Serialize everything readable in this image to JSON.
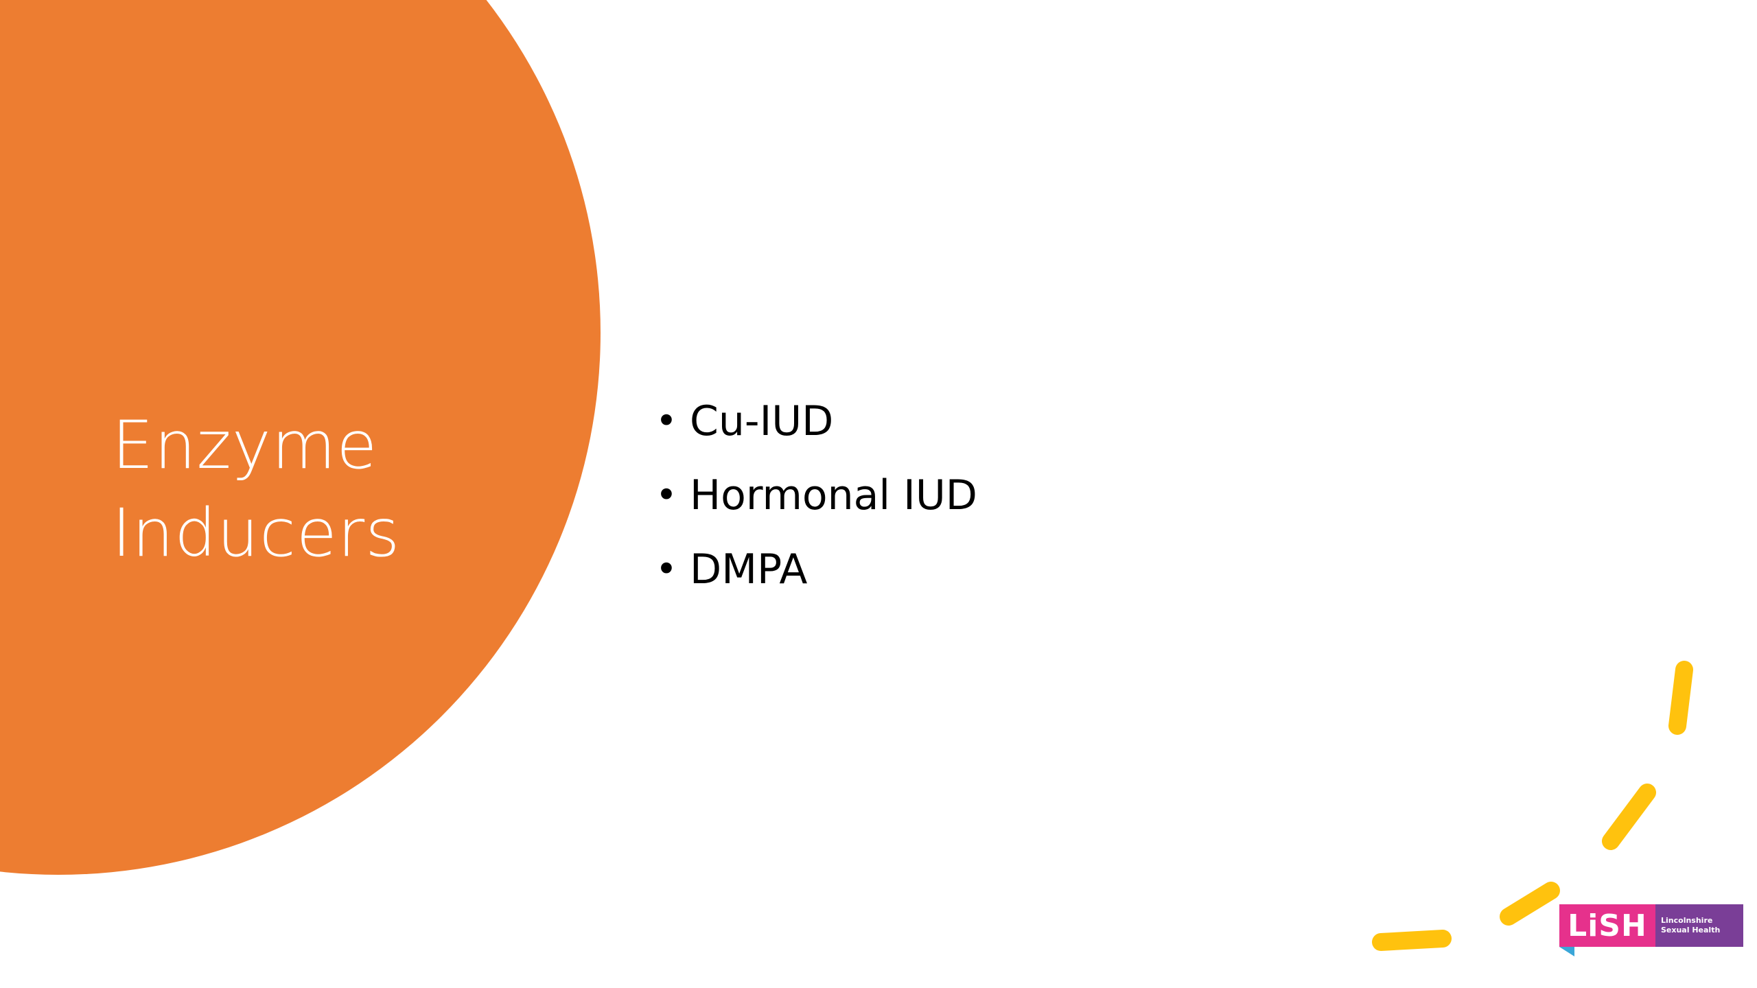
{
  "slide": {
    "title_lines": [
      "Enzyme",
      "Inducers"
    ],
    "bullets": [
      "Cu-IUD",
      "Hormonal IUD",
      "DMPA"
    ],
    "bullet_glyph": "•"
  },
  "logo": {
    "mark": "LiSH",
    "text_lines": [
      "Lincolnshire",
      "Sexual Health"
    ]
  },
  "colors": {
    "accent_circle": "#ED7D31",
    "title_text": "#FFFFFF",
    "body_text": "#000000",
    "dash_yellow": "#FFC20E",
    "logo_pink": "#E6318C",
    "logo_purple": "#7A3E97"
  }
}
